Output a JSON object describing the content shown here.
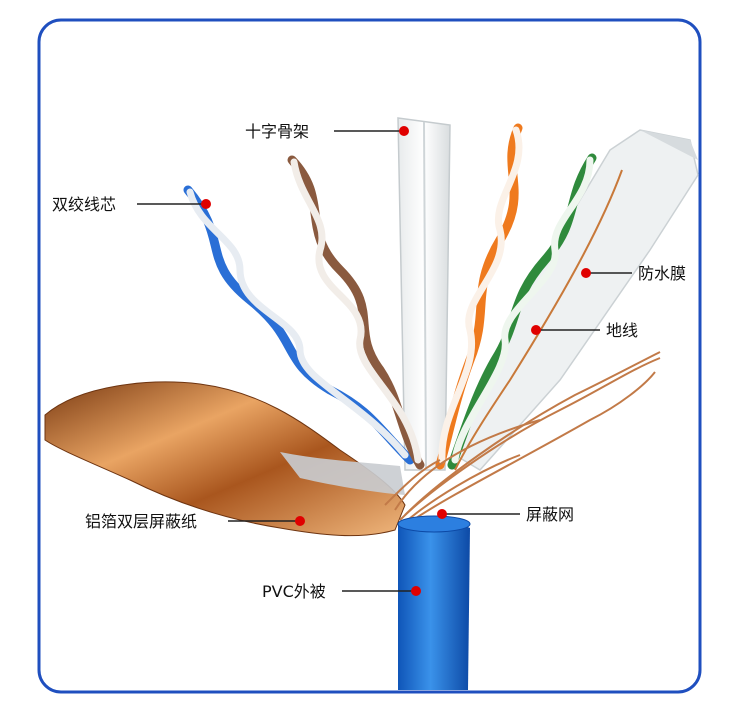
{
  "labels": {
    "cross_skeleton": "十字骨架",
    "twisted_pair": "双绞线芯",
    "waterproof_film": "防水膜",
    "ground_wire": "地线",
    "shield_mesh": "屏蔽网",
    "foil_shield": "铝箔双层屏蔽纸",
    "pvc_jacket": "PVC外被"
  },
  "colors": {
    "frame": "#1f4fbf",
    "jacket": "#1f74d6",
    "copper": "#c8793a",
    "marker": "#e00000",
    "leader": "#222222"
  }
}
